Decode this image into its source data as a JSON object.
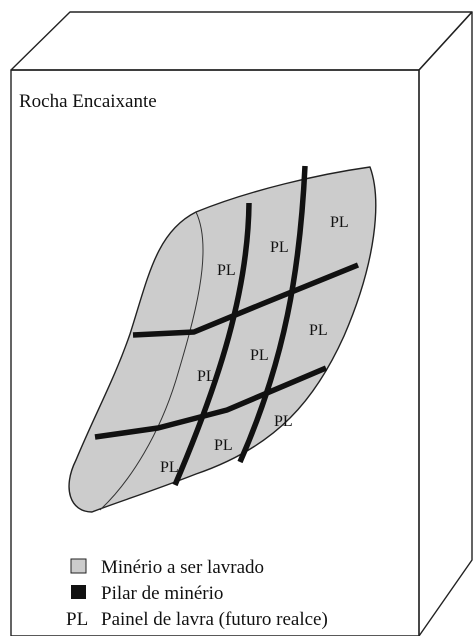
{
  "host_rock_label": "Rocha Encaixante",
  "panel_abbrev": "PL",
  "legend": {
    "ore": "Minério a ser lavrado",
    "pillar": "Pilar de minério",
    "panel_key": "PL",
    "panel": "Painel de lavra (futuro realce)"
  },
  "colors": {
    "ore_fill": "#cccccc",
    "pillar": "#111111",
    "outline": "#222222",
    "background": "#ffffff"
  }
}
